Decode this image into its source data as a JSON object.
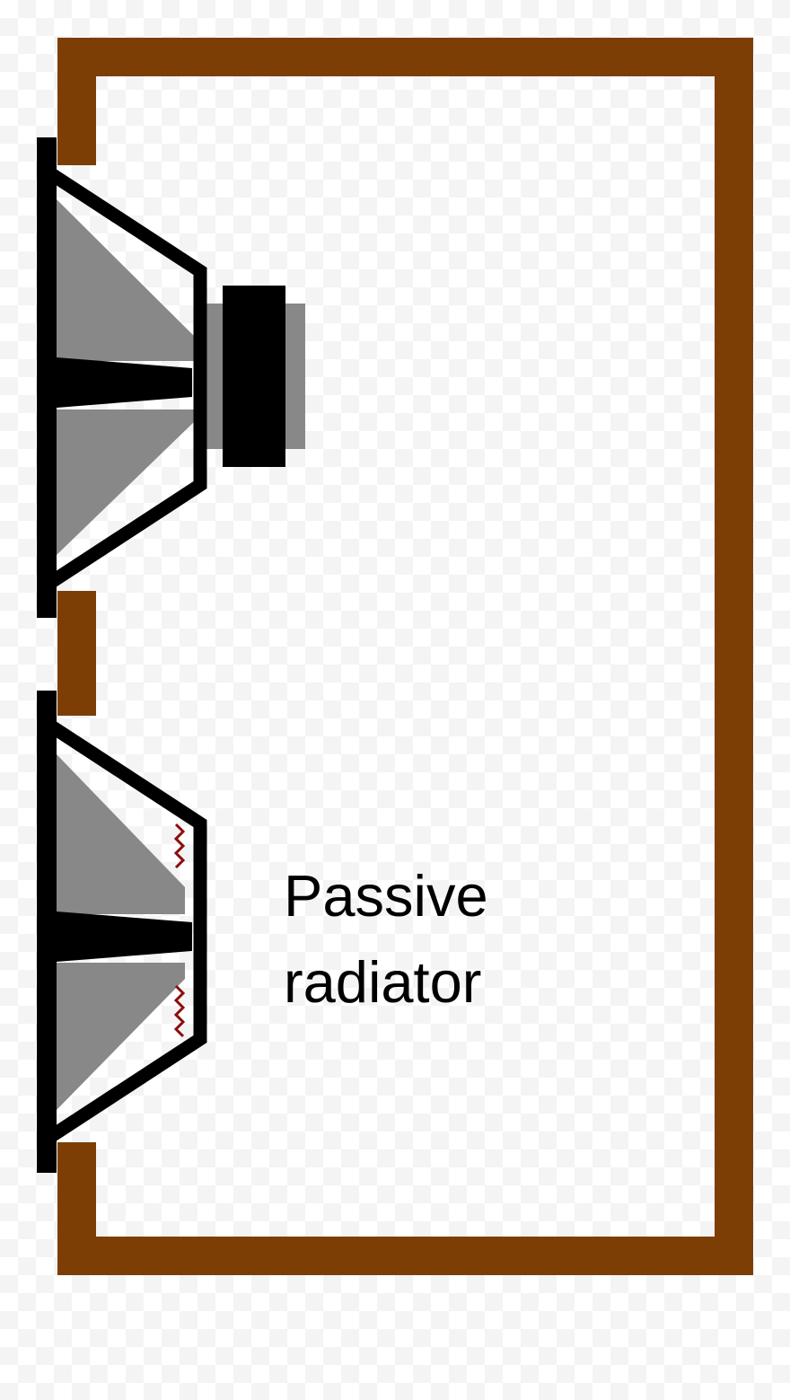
{
  "diagram": {
    "label_line1": "Passive",
    "label_line2": "radiator"
  },
  "colors": {
    "enclosure": "#7d3e05",
    "frame": "#000000",
    "cone": "#888888",
    "magnet_shadow": "#888888",
    "suspension": "#8b0d0d",
    "background": "#ffffff"
  },
  "icons": {
    "active_driver": "speaker-driver-icon",
    "passive_radiator": "passive-radiator-icon",
    "enclosure": "enclosure-box"
  }
}
